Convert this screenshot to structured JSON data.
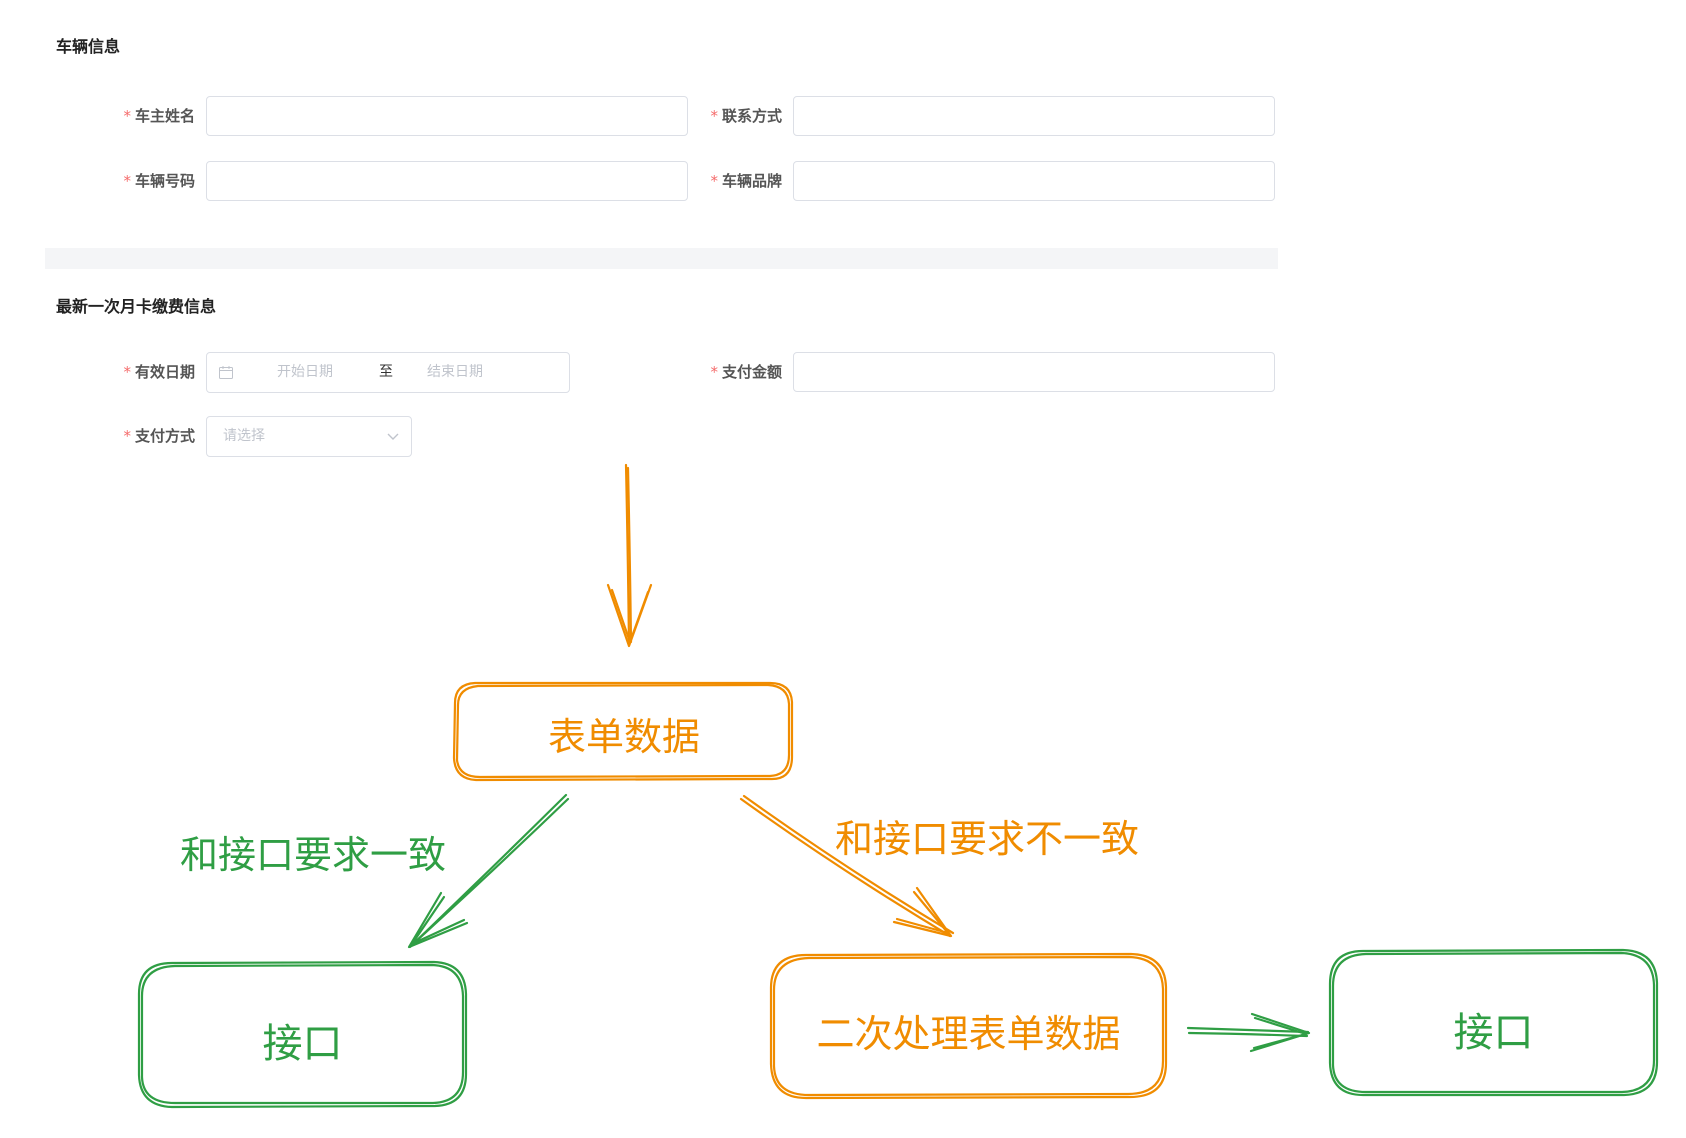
{
  "sections": {
    "vehicle_title": "车辆信息",
    "payment_title": "最新一次月卡缴费信息"
  },
  "required_mark": "*",
  "vehicle_fields": {
    "owner_name": {
      "label": "车主姓名",
      "value": ""
    },
    "contact": {
      "label": "联系方式",
      "value": ""
    },
    "plate_number": {
      "label": "车辆号码",
      "value": ""
    },
    "brand": {
      "label": "车辆品牌",
      "value": ""
    }
  },
  "payment_fields": {
    "valid_date": {
      "label": "有效日期",
      "start_placeholder": "开始日期",
      "separator": "至",
      "end_placeholder": "结束日期"
    },
    "amount": {
      "label": "支付金额",
      "value": ""
    },
    "method": {
      "label": "支付方式",
      "placeholder": "请选择"
    }
  },
  "diagram": {
    "form_data_label": "表单数据",
    "match_label": "和接口要求一致",
    "mismatch_label": "和接口要求不一致",
    "api_left_label": "接口",
    "process_label": "二次处理表单数据",
    "api_right_label": "接口",
    "colors": {
      "orange": "#f08c00",
      "green": "#2f9e44"
    }
  },
  "icons": [
    "calendar-icon",
    "chevron-down-icon",
    "arrow-icon"
  ]
}
